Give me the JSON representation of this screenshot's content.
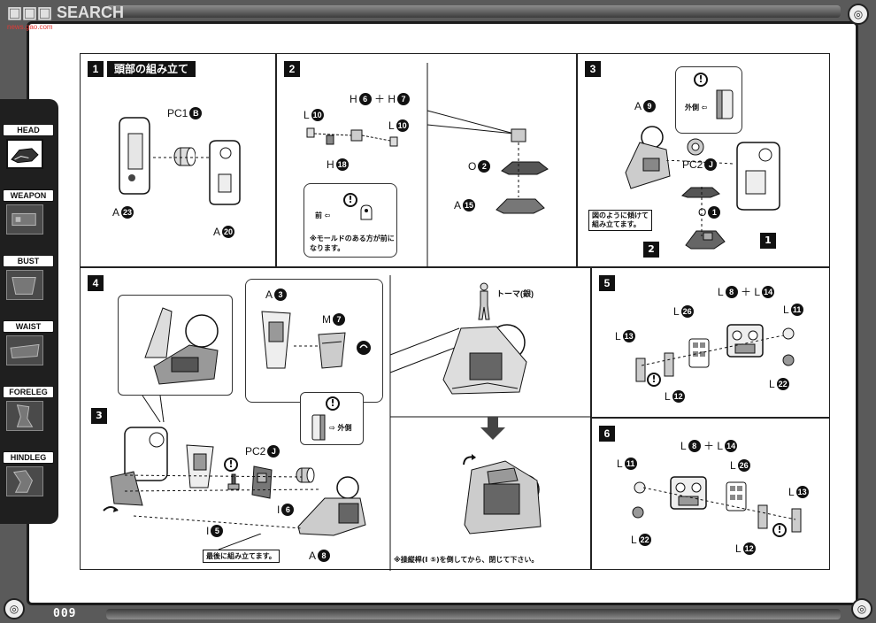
{
  "watermark": {
    "brand": "SEARCH",
    "url": "news.gao.com"
  },
  "page_number": "009",
  "sidenav": {
    "items": [
      {
        "label": "HEAD",
        "active": true
      },
      {
        "label": "WEAPON",
        "active": false
      },
      {
        "label": "BUST",
        "active": false
      },
      {
        "label": "WAIST",
        "active": false
      },
      {
        "label": "FORELEG",
        "active": false
      },
      {
        "label": "HINDLEG",
        "active": false
      }
    ]
  },
  "steps": {
    "s1": {
      "number": "1",
      "title": "頭部の組み立て",
      "labels": [
        {
          "text": "PC1",
          "num": "B"
        },
        {
          "text": "A",
          "num": "23"
        },
        {
          "text": "A",
          "num": "20"
        }
      ]
    },
    "s2": {
      "number": "2",
      "labels": [
        {
          "text": "H",
          "num": "6",
          "join": "＋",
          "text2": "H",
          "num2": "7"
        },
        {
          "text": "L",
          "num": "10"
        },
        {
          "text": "L",
          "num": "10"
        },
        {
          "text": "H",
          "num": "18"
        },
        {
          "text": "O",
          "num": "2"
        },
        {
          "text": "A",
          "num": "15"
        }
      ],
      "callout_dir": "前 ⇦",
      "note": "※モールドのある方が前に\nなります。"
    },
    "s3": {
      "number": "3",
      "labels": [
        {
          "text": "A",
          "num": "9"
        },
        {
          "text": "PC2",
          "num": "J"
        },
        {
          "text": "O",
          "num": "1"
        }
      ],
      "callout_dir": "外側 ⇦",
      "note": "図のように傾けて\n組み立てます。",
      "refs": [
        "2",
        "1"
      ]
    },
    "s4": {
      "number": "4",
      "labels": [
        {
          "text": "A",
          "num": "3"
        },
        {
          "text": "M",
          "num": "7"
        },
        {
          "text": "PC2",
          "num": "J"
        },
        {
          "text": "I",
          "num": "6"
        },
        {
          "text": "I",
          "num": "5"
        },
        {
          "text": "A",
          "num": "8"
        }
      ],
      "callout_dir": "⇨ 外側",
      "ref": "3",
      "final_note": "最後に組み立てます。",
      "torma_label": "トーマ(銀)",
      "bottom_note": "※操縦桿(I ⑤)を倒してから、閉じて下さい。"
    },
    "s5": {
      "number": "5",
      "labels": [
        {
          "text": "L",
          "num": "8",
          "join": "＋",
          "text2": "L",
          "num2": "14"
        },
        {
          "text": "L",
          "num": "26"
        },
        {
          "text": "L",
          "num": "11"
        },
        {
          "text": "L",
          "num": "13"
        },
        {
          "text": "L",
          "num": "12"
        },
        {
          "text": "L",
          "num": "22"
        }
      ]
    },
    "s6": {
      "number": "6",
      "labels": [
        {
          "text": "L",
          "num": "8",
          "join": "＋",
          "text2": "L",
          "num2": "14"
        },
        {
          "text": "L",
          "num": "11"
        },
        {
          "text": "L",
          "num": "26"
        },
        {
          "text": "L",
          "num": "13"
        },
        {
          "text": "L",
          "num": "22"
        },
        {
          "text": "L",
          "num": "12"
        }
      ]
    }
  },
  "colors": {
    "frame": "#5a5a5a",
    "ink": "#111111",
    "panel": "#ffffff"
  },
  "icons": [
    "warning-icon",
    "rotate-arrow-icon",
    "corner-emblem-icon"
  ]
}
